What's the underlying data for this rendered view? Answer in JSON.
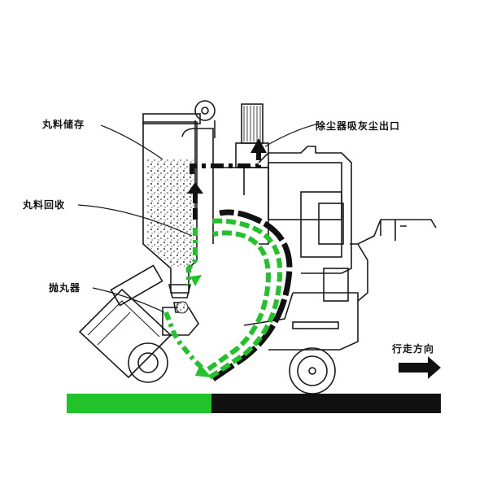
{
  "labels": {
    "shot_storage": "丸料储存",
    "dust_outlet": "除尘器吸灰尘出口",
    "shot_recovery": "丸料回收",
    "blaster": "抛丸器",
    "travel_direction": "行走方向"
  },
  "colors": {
    "shot_flow": "#22c22a",
    "air_flow": "#111111",
    "line": "#1a1a1a",
    "speckle": "#555555",
    "cleaned_surface": "#22c22a",
    "uncleaned_surface": "#111111"
  },
  "icons": {
    "travel_arrow": "right-arrow-icon",
    "dust_arrow": "up-arrow-icon"
  }
}
